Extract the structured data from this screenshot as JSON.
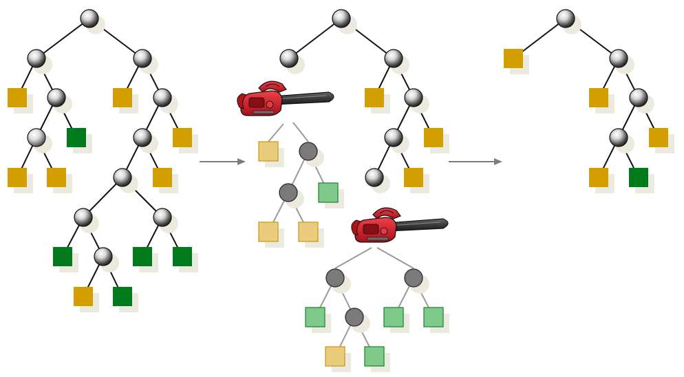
{
  "diagram": {
    "kind": "decision-tree-pruning",
    "colors": {
      "edge": "#111111",
      "edge_faded": "#9a9a9a",
      "leaf_gold": "#D39E00",
      "leaf_green": "#007A1A",
      "leaf_gold_faded": "#E9CC7C",
      "leaf_green_faded": "#7FC98A",
      "node_faded": "#7a7a7a",
      "shadow": "#ece9de",
      "arrow": "#7c7c7c",
      "saw_body": "#d41c24",
      "saw_bar": "#4b4b4b"
    },
    "panels": [
      {
        "name": "original-tree",
        "description_hidden": true
      },
      {
        "name": "pruning-step",
        "description_hidden": true
      },
      {
        "name": "pruned-tree",
        "description_hidden": true
      }
    ],
    "icons": [
      "chainsaw-icon",
      "chainsaw-icon",
      "arrow-right-icon",
      "arrow-right-icon"
    ]
  }
}
